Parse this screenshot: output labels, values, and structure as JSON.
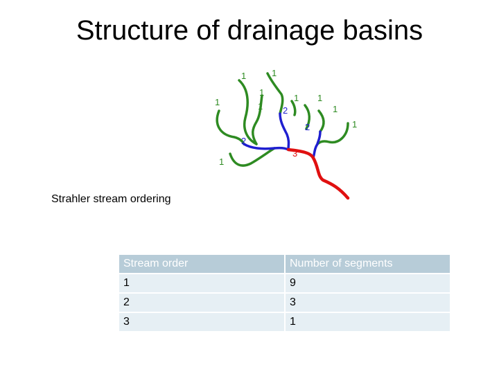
{
  "title": "Structure of drainage basins",
  "caption": "Strahler stream ordering",
  "diagram": {
    "colors": {
      "order1": "#2e8b22",
      "order2": "#1f1fd0",
      "order3": "#e01010"
    },
    "labels": [
      "1",
      "1",
      "1",
      "1",
      "1",
      "1",
      "1",
      "1",
      "1",
      "2",
      "2",
      "2",
      "3"
    ]
  },
  "table": {
    "headers": [
      "Stream order",
      "Number of segments"
    ],
    "rows": [
      [
        "1",
        "9"
      ],
      [
        "2",
        "3"
      ],
      [
        "3",
        "1"
      ]
    ],
    "header_bg": "#b7ccd8",
    "cell_bg": "#e6eff4"
  }
}
